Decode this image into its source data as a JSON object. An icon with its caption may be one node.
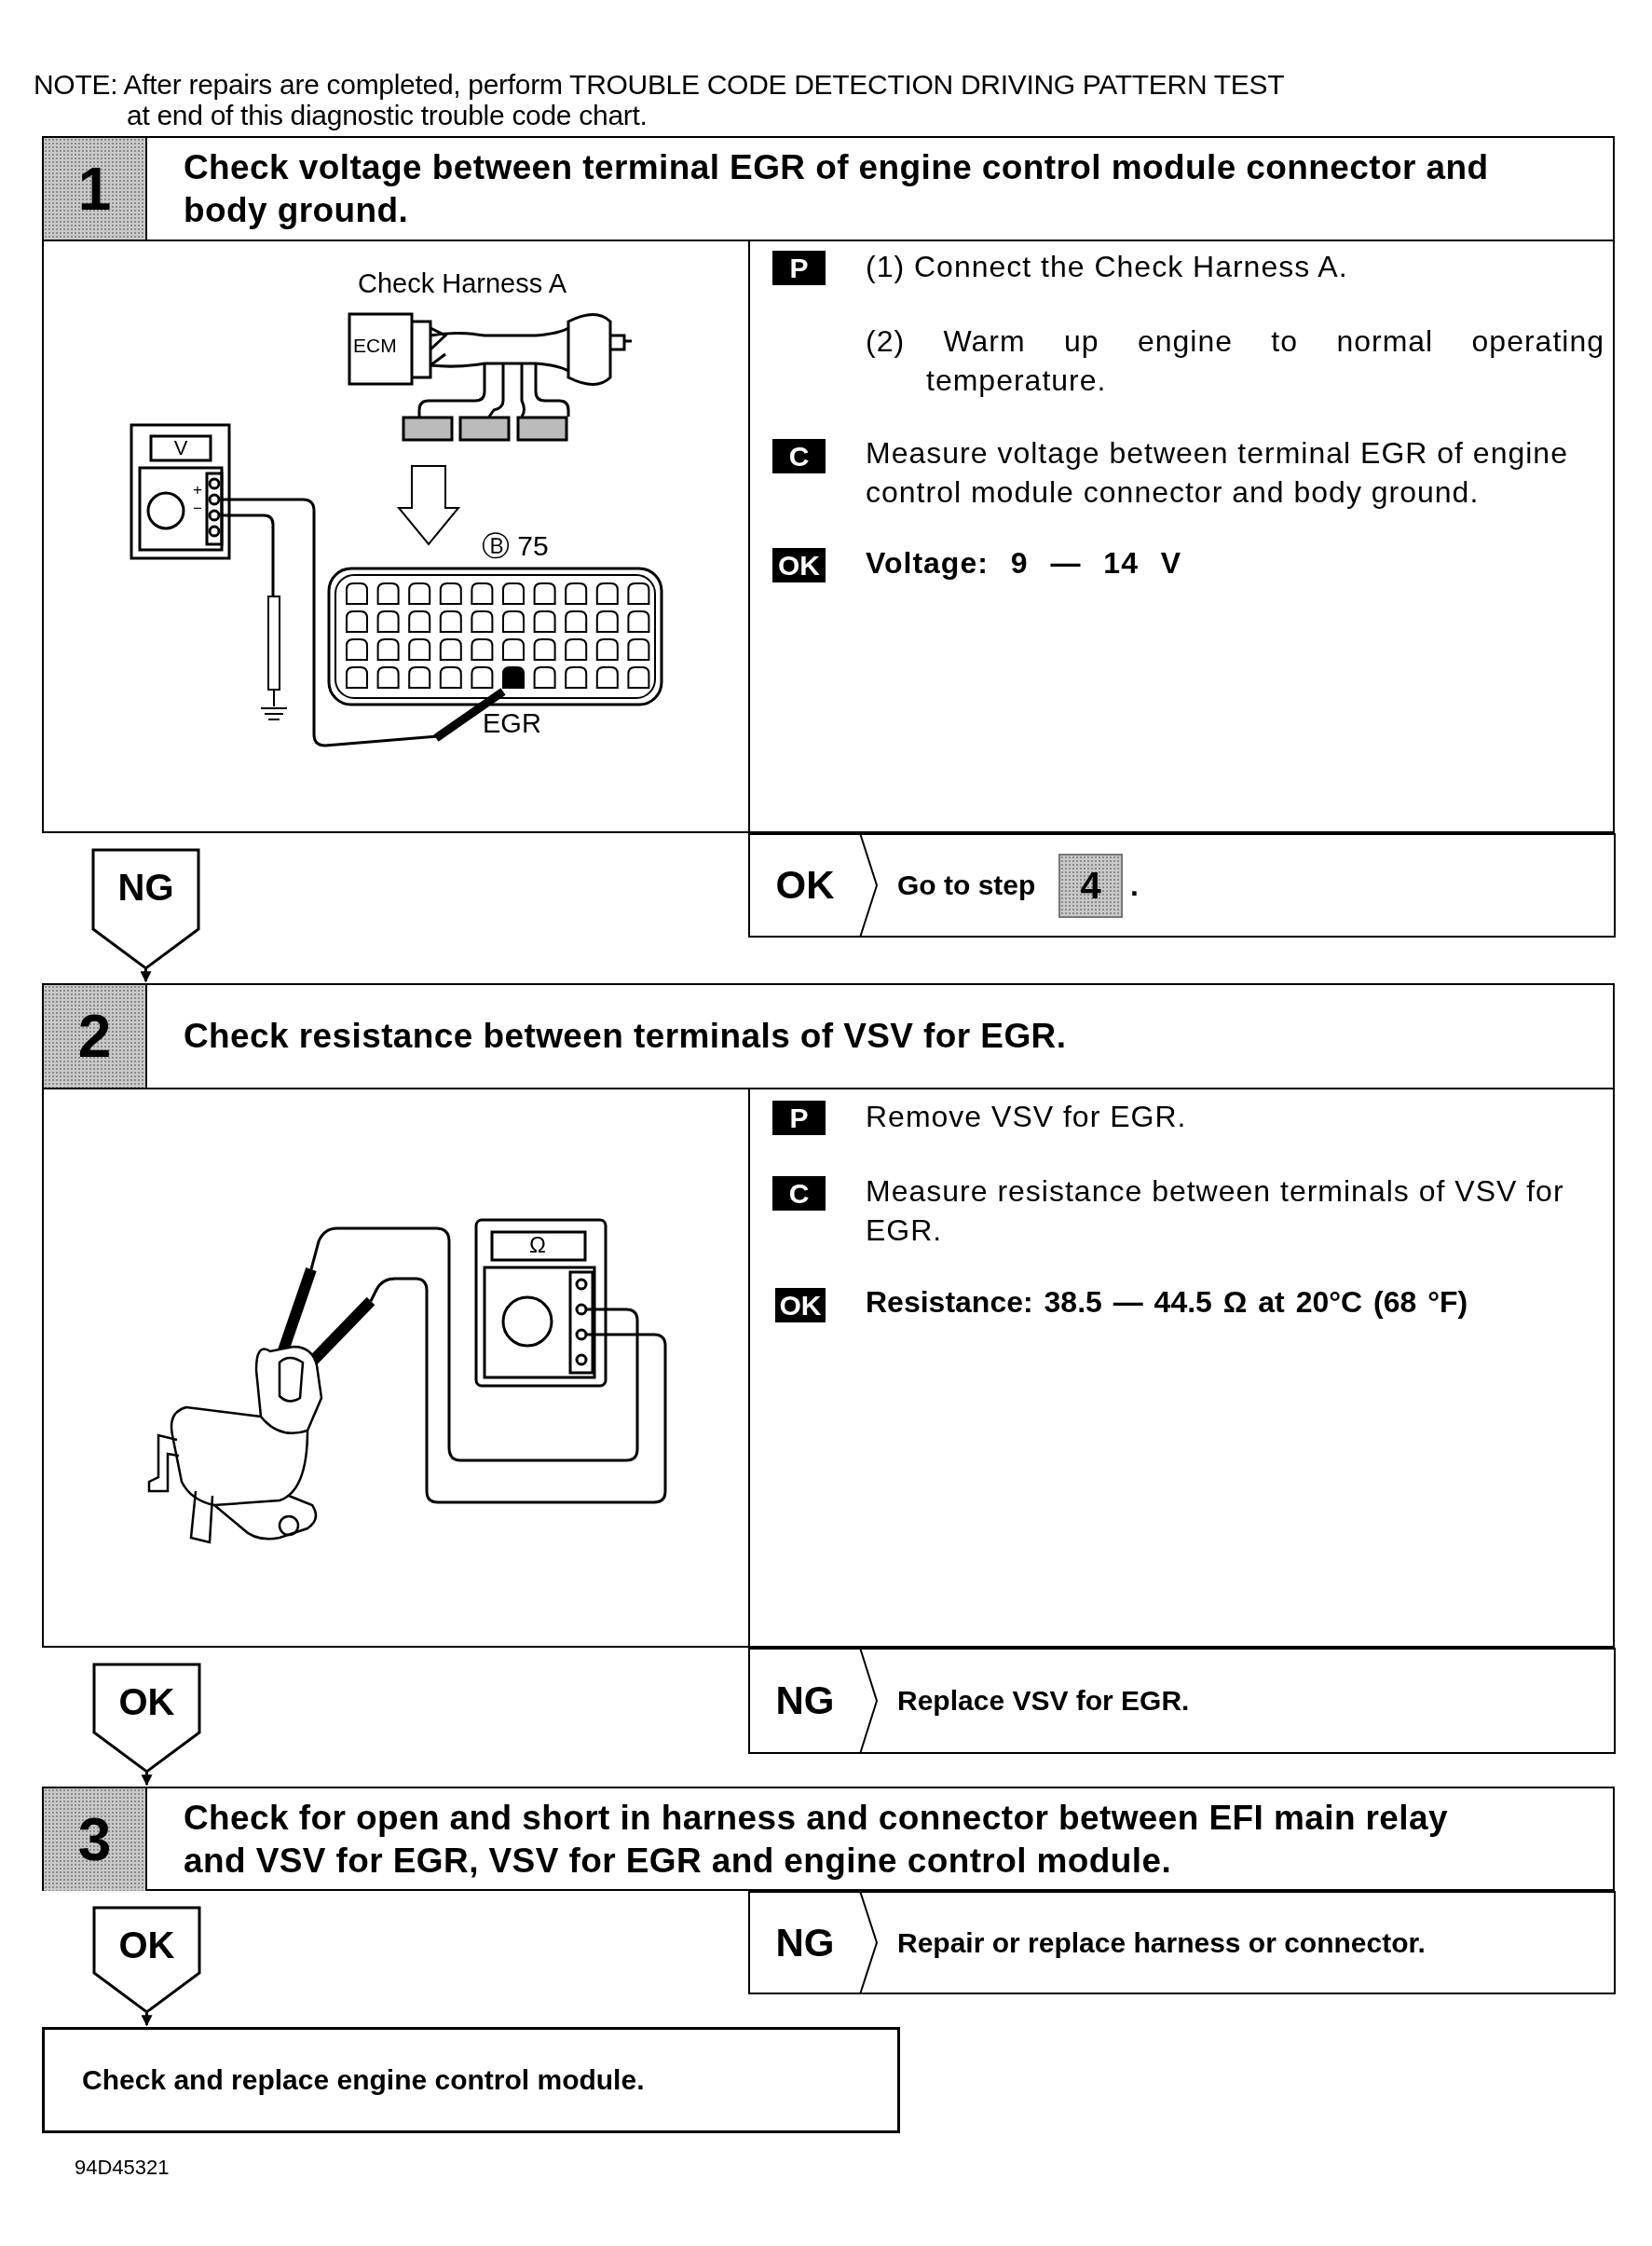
{
  "diagram": {
    "nodes": [
      {
        "text": [
          "1",
          "Check voltage between terminal EGR of engine control module connector and body ground."
        ]
      },
      {
        "text": [
          "OK",
          "Go to step"
        ]
      },
      {
        "text": [
          "4"
        ],
        "in": 1,
        "beside": [
          "."
        ]
      },
      {
        "text": [
          "2",
          "Check resistance between terminals of VSV for EGR."
        ]
      },
      {
        "text": [
          "NG",
          "Replace VSV for EGR."
        ]
      },
      {
        "text": [
          "3",
          "Check for open and short in harness and connector between EFI main relay and VSV for EGR, VSV for EGR and engine control module."
        ]
      },
      {
        "text": [
          "NG",
          "Repair or replace harness or connector."
        ]
      },
      {
        "text": [
          "Check and replace engine control module."
        ]
      }
    ],
    "edges": [
      {
        "from": 0,
        "to": 3,
        "arrow": "to",
        "label": "NG"
      },
      {
        "from": 3,
        "to": 5,
        "arrow": "to",
        "label": "OK"
      },
      {
        "from": 5,
        "to": 7,
        "arrow": "to",
        "label": "OK"
      }
    ],
    "labels": [
      "NOTE: After repairs are completed, perform TROUBLE CODE DETECTION DRIVING PATTERN TEST at end of this diagnostic trouble code chart.",
      "P",
      "(1) Connect the Check Harness A.",
      "(2) Warm up engine to normal operating temperature.",
      "C",
      "Measure voltage between terminal EGR of engine control module connector and body ground.",
      "OK",
      "Voltage: 9 — 14 V",
      "Check Harness A",
      "ECM",
      "V",
      "+",
      "−",
      "Ⓑ 75",
      "EGR",
      "P",
      "Remove VSV for EGR.",
      "C",
      "Measure resistance between terminals of VSV for EGR.",
      "OK",
      "Resistance: 38.5 — 44.5 Ω at 20°C (68 °F)",
      "Ω",
      "94D45321"
    ]
  }
}
